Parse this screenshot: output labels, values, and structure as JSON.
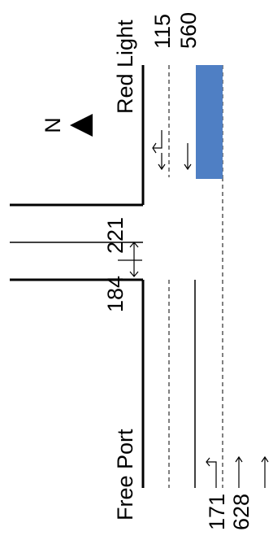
{
  "labels": {
    "top_street": "Red Light",
    "bottom_street": "Free Port",
    "north_marker": "N"
  },
  "volumes": {
    "top_left_turn": "115",
    "top_through": "560",
    "crossing_upper": "221",
    "crossing_lower": "184",
    "bottom_left_turn": "171",
    "bottom_through": "628"
  },
  "colors": {
    "blocked_area": "#4f7fc4",
    "line": "#000000"
  }
}
